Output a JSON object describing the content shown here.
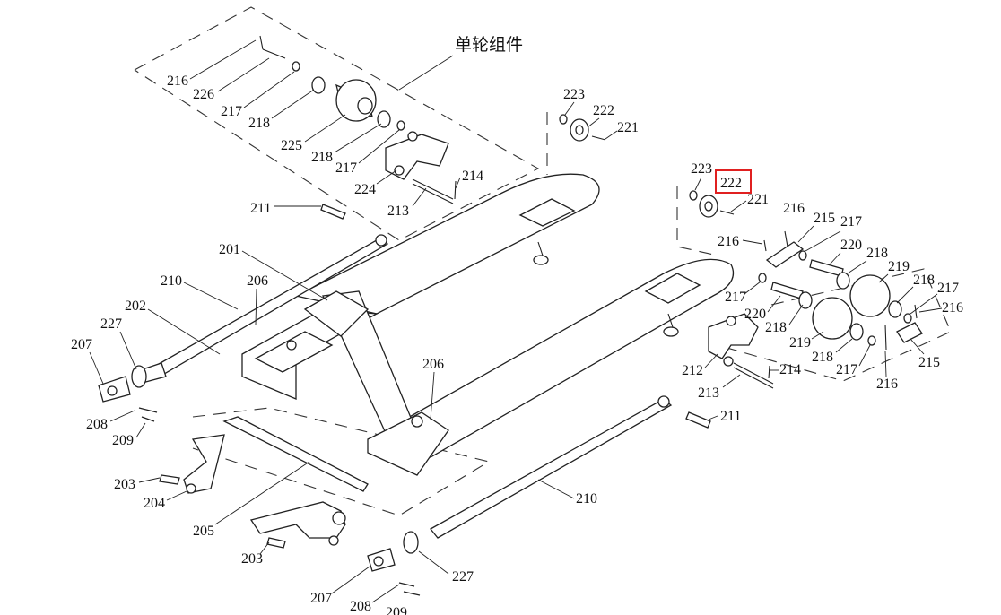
{
  "diagram": {
    "title": "单轮组件",
    "highlight_color": "#e02020",
    "highlighted_part": "222",
    "part_labels": [
      "216",
      "226",
      "217",
      "218",
      "225",
      "218",
      "217",
      "224",
      "213",
      "214",
      "211",
      "201",
      "210",
      "206",
      "202",
      "227",
      "207",
      "208",
      "209",
      "203",
      "204",
      "205",
      "223",
      "222",
      "221",
      "223",
      "222",
      "221",
      "216",
      "215",
      "217",
      "216",
      "220",
      "218",
      "219",
      "218",
      "217",
      "216",
      "217",
      "220",
      "218",
      "219",
      "218",
      "217",
      "215",
      "212",
      "214",
      "213",
      "216",
      "206",
      "211",
      "210",
      "227",
      "203",
      "207",
      "208",
      "209"
    ]
  }
}
